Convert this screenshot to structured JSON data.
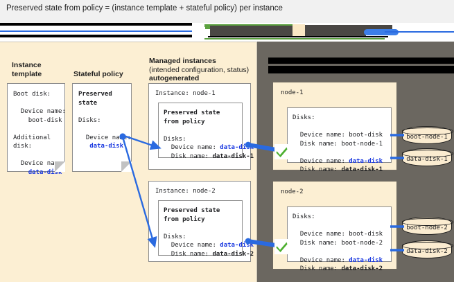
{
  "title": "Preserved state from policy = (instance template + stateful policy) per instance",
  "colors": {
    "panel_left_bg": "#fcefd3",
    "panel_right_bg": "#6b6760",
    "accent_blue": "#2a6ae0",
    "mono_blue": "#1a39e0",
    "check_green": "#4caf2f",
    "title_bar_bg": "#f1f1f1"
  },
  "columns": {
    "instance_template": {
      "heading": "Instance\ntemplate"
    },
    "stateful_policy": {
      "heading": "Stateful policy"
    },
    "managed_instances": {
      "heading_line1": "Managed instances",
      "heading_line2": "(intended configuration, status)",
      "heading_line3": "autogenerated"
    },
    "right_column": {
      "heading_redacted_line1": "",
      "heading_redacted_line2": ""
    }
  },
  "cards": {
    "instance_template": {
      "name": "instance-template-card",
      "lines": "Boot disk:\n\n  Device name:\n    boot-disk\n\nAdditional\ndisk:\n\n  Device name:\n    data-disk",
      "boot_label": "Boot disk:",
      "boot_device_label": "Device name:",
      "boot_device_value": "boot-disk",
      "additional_label": "Additional\ndisk:",
      "additional_device_label": "Device name:",
      "additional_device_value": "data-disk"
    },
    "stateful_policy": {
      "name": "stateful-policy-card",
      "heading": "Preserved\nstate",
      "disks_label": "Disks:",
      "device_label": "Device name:",
      "device_value": "data-disk"
    },
    "instances": [
      {
        "title": "Instance: node-1",
        "inner_heading": "Preserved state\nfrom policy",
        "disks_label": "Disks:",
        "device_name_label": "Device name: ",
        "device_name_value": "data-disk",
        "disk_name_label": "Disk name: ",
        "disk_name_value": "data-disk-1"
      },
      {
        "title": "Instance: node-2",
        "inner_heading": "Preserved state\nfrom policy",
        "disks_label": "Disks:",
        "device_name_label": "Device name: ",
        "device_name_value": "data-disk",
        "disk_name_label": "Disk name: ",
        "disk_name_value": "data-disk-2"
      }
    ],
    "nodes": [
      {
        "title": "node-1",
        "disks_label": "Disks:",
        "boot_device_label": "Device name: ",
        "boot_device_value": "boot-disk",
        "boot_disk_label": "Disk name: ",
        "boot_disk_value": "boot-node-1",
        "data_device_label": "Device name: ",
        "data_device_value": "data-disk",
        "data_disk_label": "Disk name: ",
        "data_disk_value": "data-disk-1"
      },
      {
        "title": "node-2",
        "disks_label": "Disks:",
        "boot_device_label": "Device name: ",
        "boot_device_value": "boot-disk",
        "boot_disk_label": "Disk name: ",
        "boot_disk_value": "boot-node-2",
        "data_device_label": "Device name: ",
        "data_device_value": "data-disk",
        "data_disk_label": "Disk name: ",
        "data_disk_value": "data-disk-2"
      }
    ],
    "disks": [
      {
        "label": "boot-node-1"
      },
      {
        "label": "data-disk-1"
      },
      {
        "label": "boot-node-2"
      },
      {
        "label": "data-disk-2"
      }
    ]
  },
  "icons": {
    "check": "check-icon",
    "cylinder": "disk-cylinder-icon",
    "arrow": "arrow-icon"
  }
}
